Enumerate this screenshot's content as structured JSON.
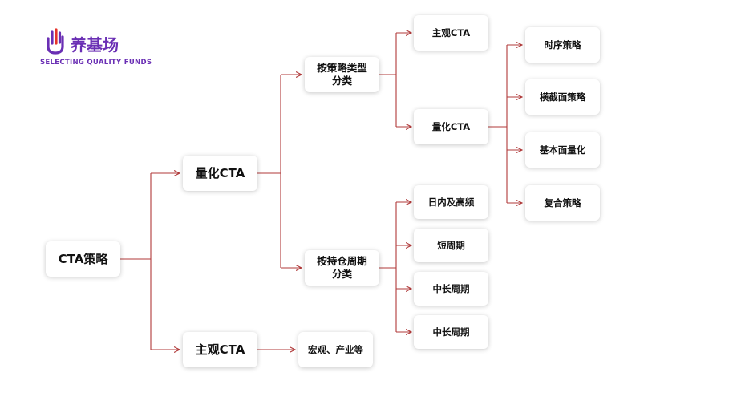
{
  "logo": {
    "name": "养基场",
    "tagline": "SELECTING QUALITY FUNDS",
    "brand_color": "#6a2fb4",
    "accent_color": "#e5332a"
  },
  "connector_color": "#b03a3a",
  "diagram": {
    "root": "CTA策略",
    "level1": {
      "quant": "量化CTA",
      "subjective": "主观CTA"
    },
    "level2": {
      "by_strategy_line1": "按策略类型",
      "by_strategy_line2": "分类",
      "by_holding_line1": "按持仓周期",
      "by_holding_line2": "分类",
      "macro": "宏观、产业等"
    },
    "level3": {
      "subjective_cta": "主观CTA",
      "quant_cta": "量化CTA",
      "intraday": "日内及高频",
      "short": "短周期",
      "mid_long_1": "中长周期",
      "mid_long_2": "中长周期"
    },
    "level4": {
      "timing": "时序策略",
      "cross_section": "横截面策略",
      "fundamental": "基本面量化",
      "composite": "复合策略"
    }
  }
}
